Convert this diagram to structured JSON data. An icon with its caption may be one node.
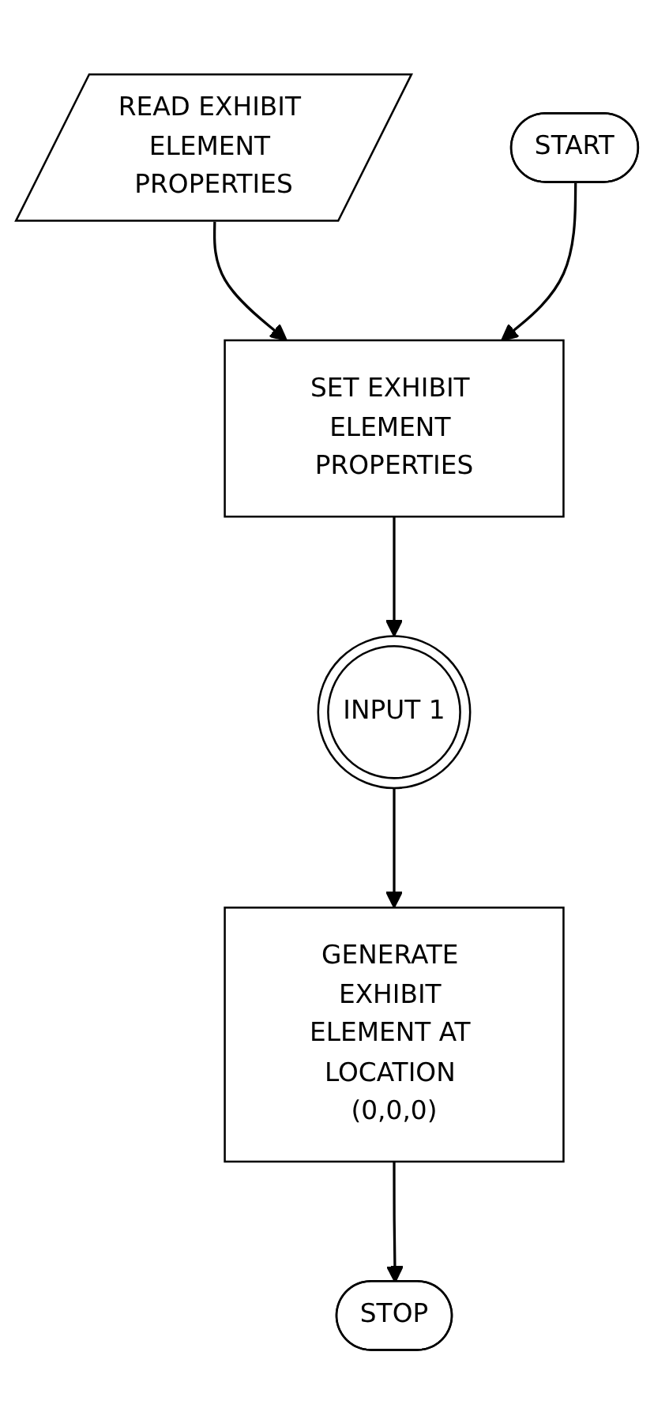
{
  "diagram": {
    "nodes": [
      {
        "text": [
          "READ EXHIBIT ELEMENT PROPERTIES"
        ]
      },
      {
        "text": [
          "START"
        ]
      },
      {
        "text": [
          "SET EXHIBIT ELEMENT PROPERTIES"
        ]
      },
      {
        "text": [
          "INPUT 1"
        ]
      },
      {
        "text": [
          "GENERATE EXHIBIT ELEMENT AT LOCATION (0,0,0)"
        ]
      },
      {
        "text": [
          "STOP"
        ]
      }
    ],
    "edges": [
      {
        "from": 0,
        "to": 2,
        "arrow": "to"
      },
      {
        "from": 1,
        "to": 2,
        "arrow": "to"
      },
      {
        "from": 2,
        "to": 3,
        "arrow": "to"
      },
      {
        "from": 3,
        "to": 4,
        "arrow": "to"
      },
      {
        "from": 4,
        "to": 5,
        "arrow": "to"
      }
    ]
  }
}
